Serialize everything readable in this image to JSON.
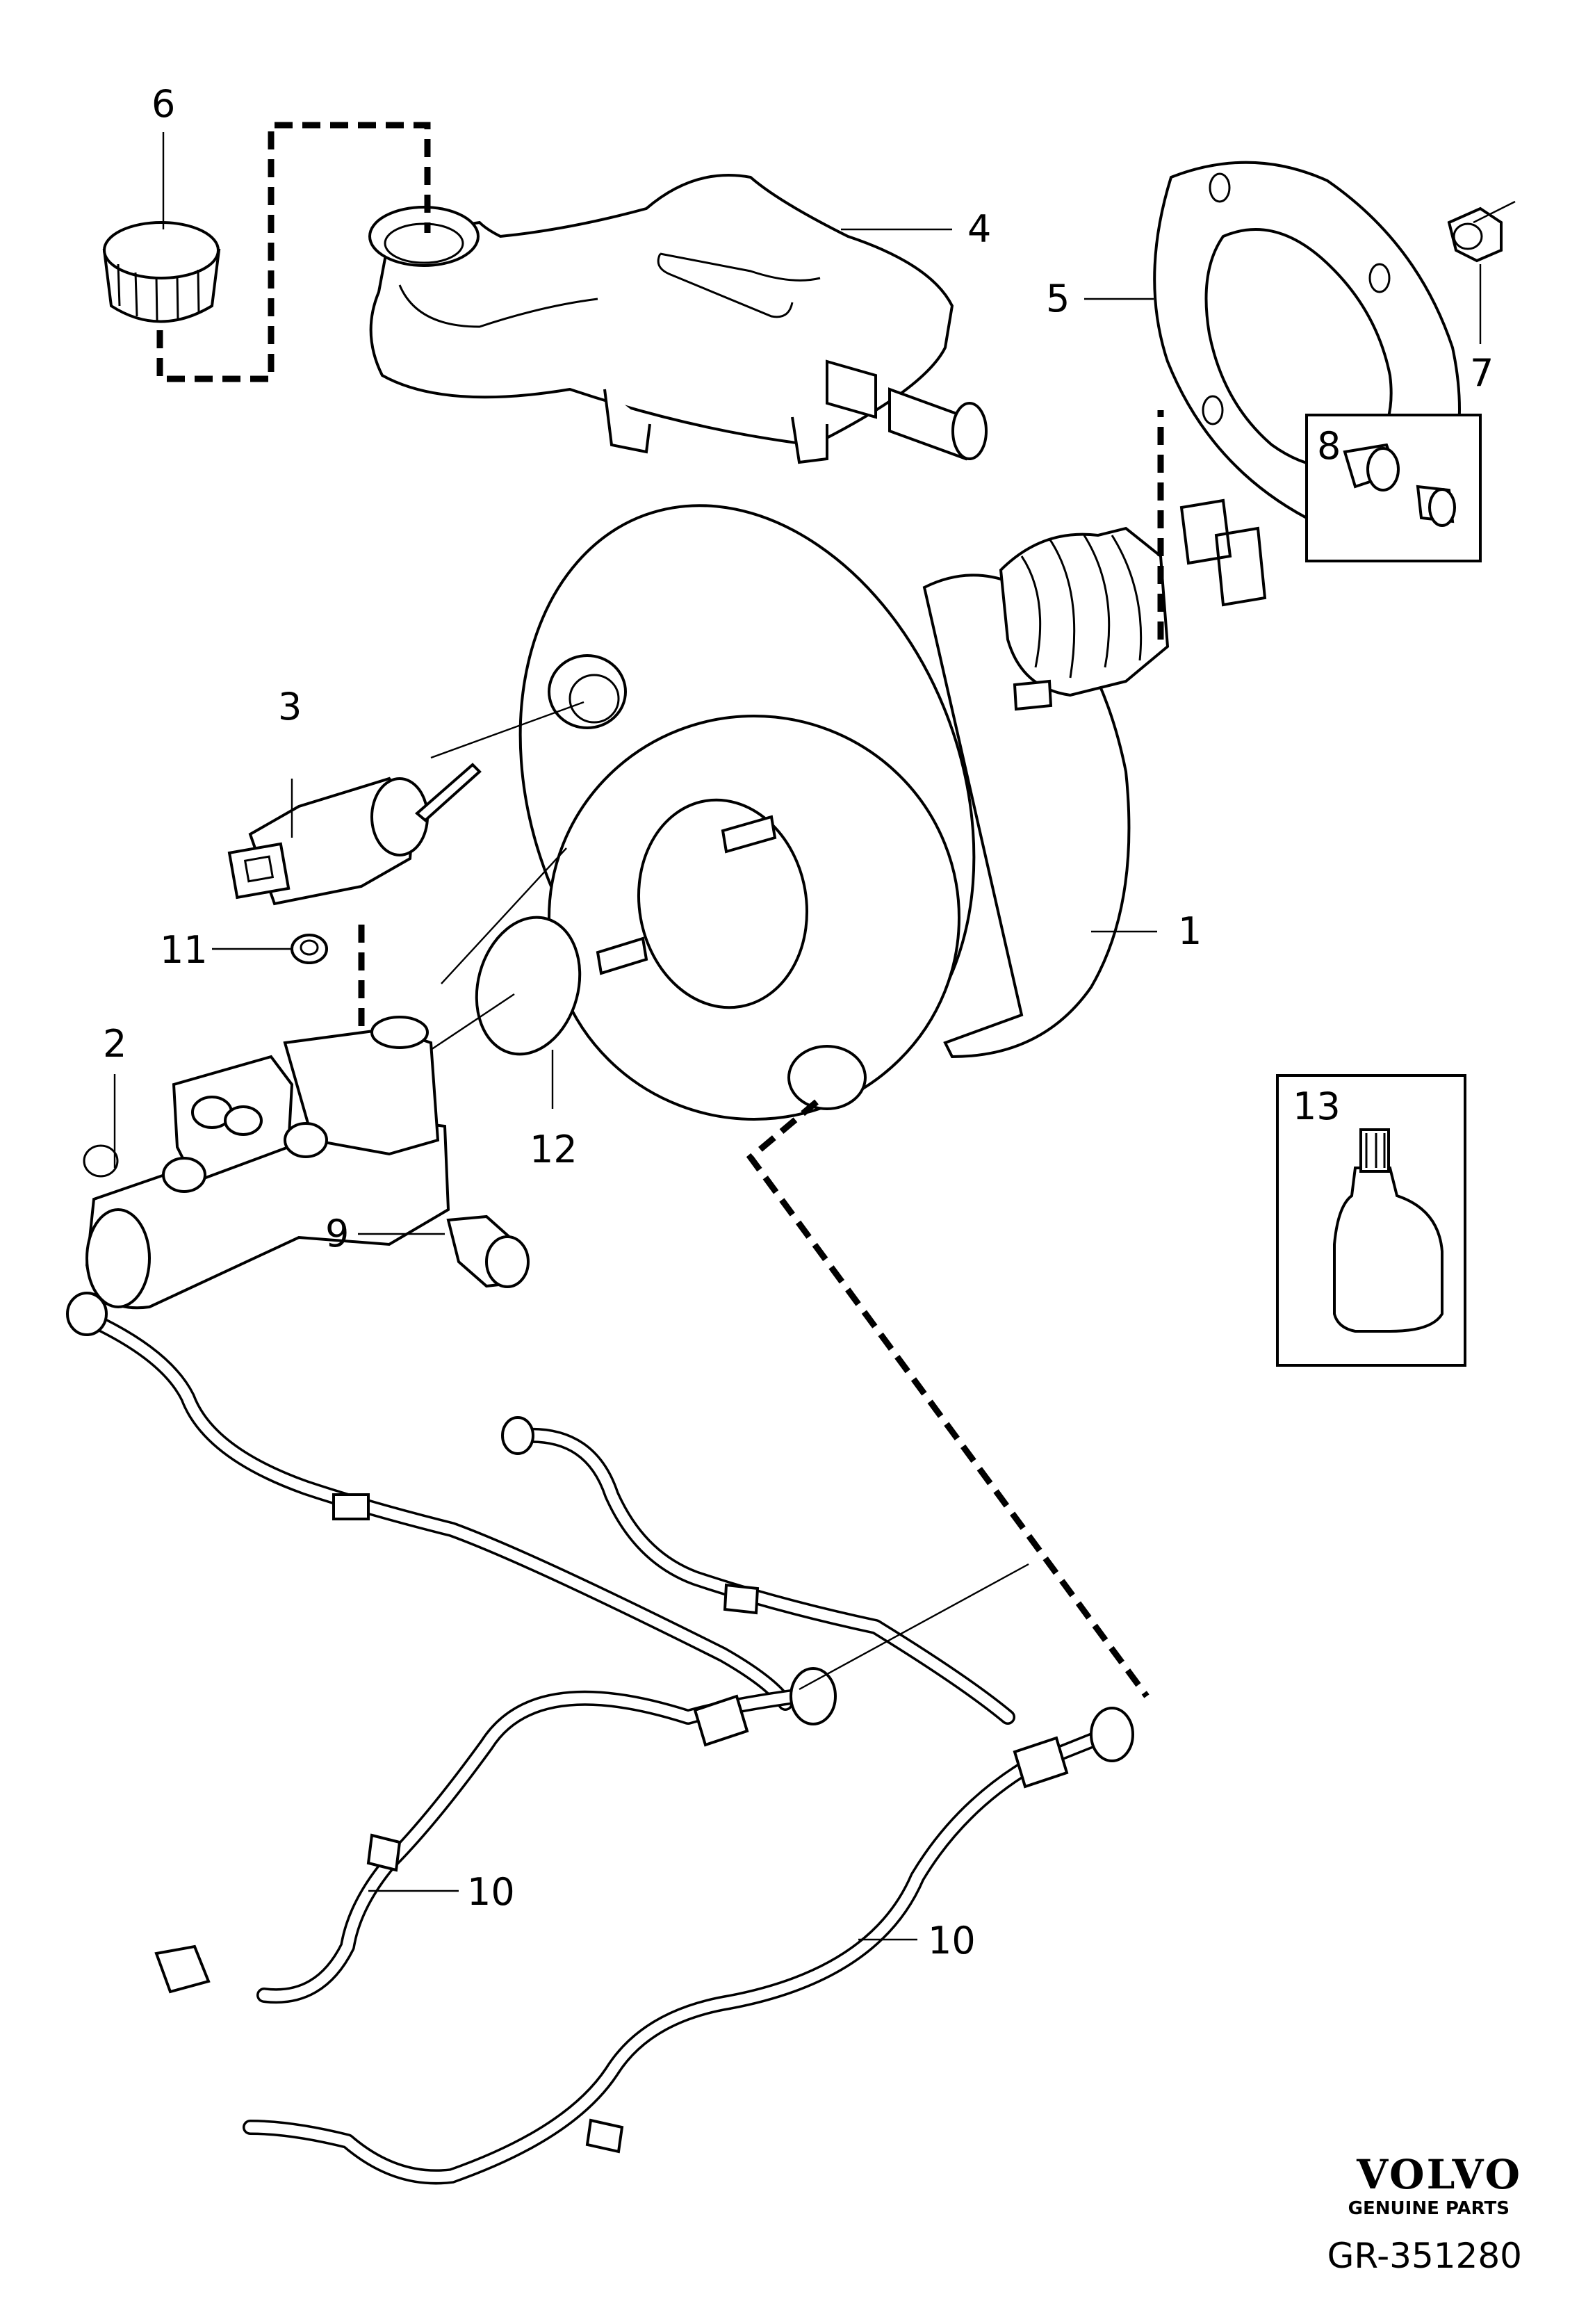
{
  "callouts": {
    "c1": "1",
    "c2": "2",
    "c3": "3",
    "c4": "4",
    "c5": "5",
    "c6": "6",
    "c7": "7",
    "c8": "8",
    "c9": "9",
    "c10a": "10",
    "c10b": "10",
    "c11": "11",
    "c12": "12",
    "c13": "13"
  },
  "logo": {
    "brand": "VOLVO",
    "tagline": "GENUINE PARTS"
  },
  "diagram_code": "GR-351280"
}
